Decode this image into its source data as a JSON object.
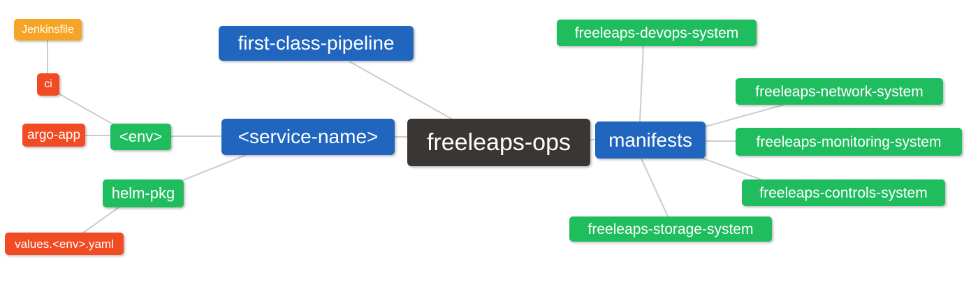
{
  "canvas": {
    "background": "#ffffff",
    "edge_color": "#cccccc"
  },
  "palette": {
    "blue": "#2065BE",
    "green": "#20BD5E",
    "red": "#F04B23",
    "orange": "#F6A426",
    "dark": "#3A3633",
    "node_text": "#ffffff"
  },
  "mindmap": {
    "root": "freeleaps-ops",
    "nodes": [
      {
        "id": "jenkinsfile",
        "label": "Jenkinsfile",
        "color": "#F6A426"
      },
      {
        "id": "ci",
        "label": "ci",
        "color": "#F04B23"
      },
      {
        "id": "argo-app",
        "label": "argo-app",
        "color": "#F04B23"
      },
      {
        "id": "env",
        "label": "<env>",
        "color": "#20BD5E"
      },
      {
        "id": "helm-pkg",
        "label": "helm-pkg",
        "color": "#20BD5E"
      },
      {
        "id": "values-env-yaml",
        "label": "values.<env>.yaml",
        "color": "#F04B23"
      },
      {
        "id": "first-class-pipeline",
        "label": "first-class-pipeline",
        "color": "#2065BE"
      },
      {
        "id": "service-name",
        "label": "<service-name>",
        "color": "#2065BE"
      },
      {
        "id": "freeleaps-ops",
        "label": "freeleaps-ops",
        "color": "#3A3633"
      },
      {
        "id": "manifests",
        "label": "manifests",
        "color": "#2065BE"
      },
      {
        "id": "devops-system",
        "label": "freeleaps-devops-system",
        "color": "#20BD5E"
      },
      {
        "id": "network-system",
        "label": "freeleaps-network-system",
        "color": "#20BD5E"
      },
      {
        "id": "monitoring-system",
        "label": "freeleaps-monitoring-system",
        "color": "#20BD5E"
      },
      {
        "id": "controls-system",
        "label": "freeleaps-controls-system",
        "color": "#20BD5E"
      },
      {
        "id": "storage-system",
        "label": "freeleaps-storage-system",
        "color": "#20BD5E"
      }
    ],
    "edges": [
      {
        "parent": "ci",
        "child": "Jenkinsfile"
      },
      {
        "parent": "<env>",
        "child": "ci"
      },
      {
        "parent": "<env>",
        "child": "argo-app"
      },
      {
        "parent": "<service-name>",
        "child": "<env>"
      },
      {
        "parent": "<service-name>",
        "child": "helm-pkg"
      },
      {
        "parent": "helm-pkg",
        "child": "values.<env>.yaml"
      },
      {
        "parent": "freeleaps-ops",
        "child": "first-class-pipeline"
      },
      {
        "parent": "freeleaps-ops",
        "child": "<service-name>"
      },
      {
        "parent": "freeleaps-ops",
        "child": "manifests"
      },
      {
        "parent": "manifests",
        "child": "freeleaps-devops-system"
      },
      {
        "parent": "manifests",
        "child": "freeleaps-network-system"
      },
      {
        "parent": "manifests",
        "child": "freeleaps-monitoring-system"
      },
      {
        "parent": "manifests",
        "child": "freeleaps-controls-system"
      },
      {
        "parent": "manifests",
        "child": "freeleaps-storage-system"
      }
    ]
  }
}
